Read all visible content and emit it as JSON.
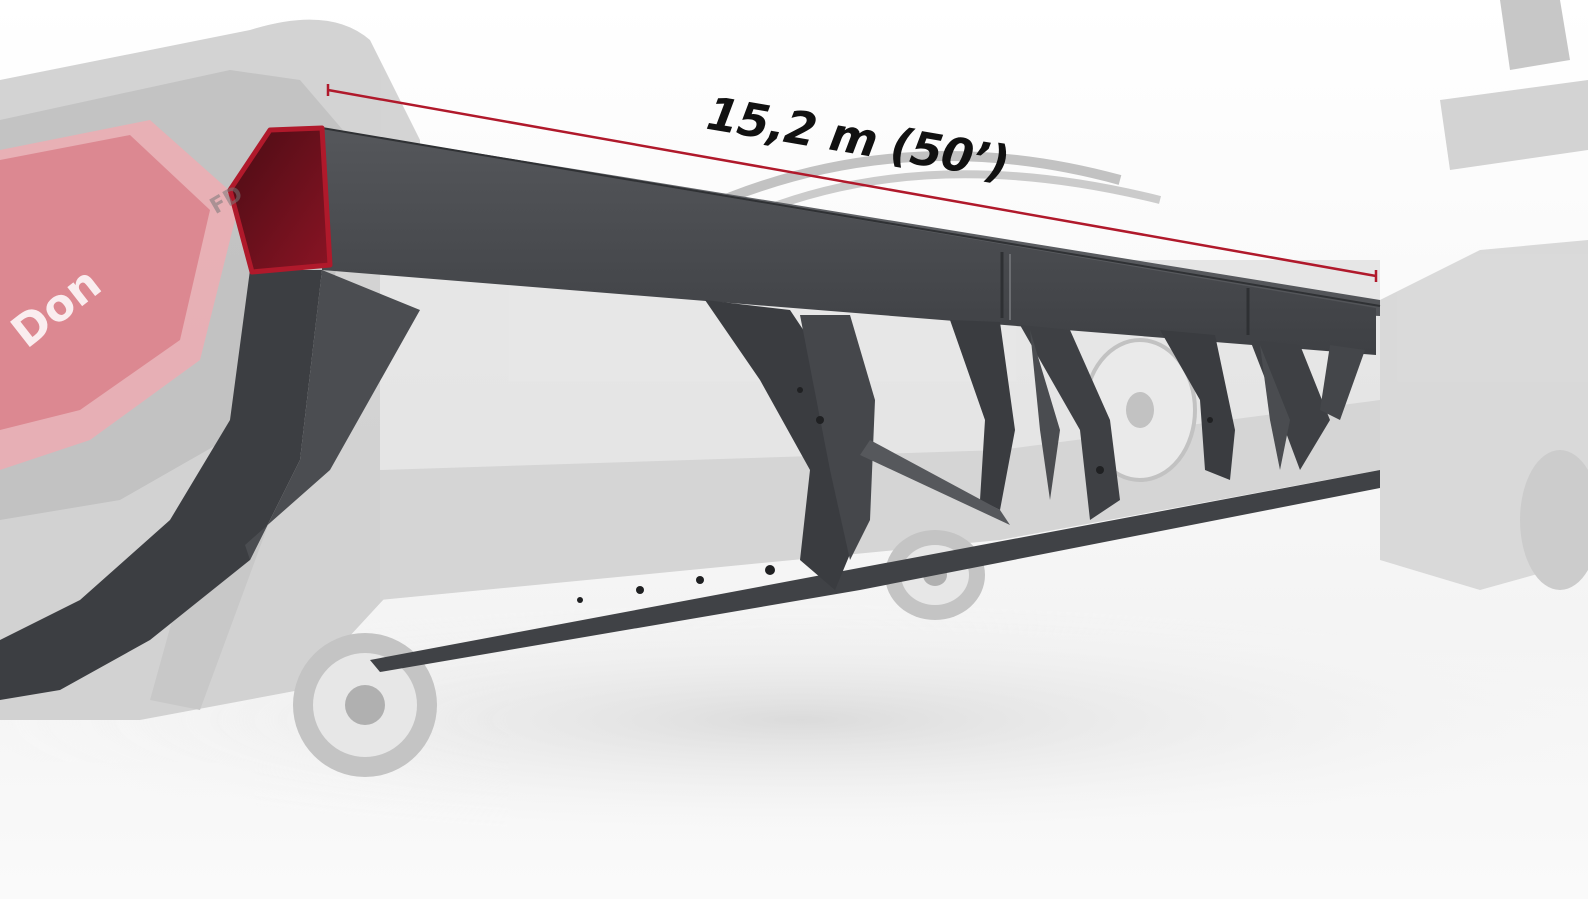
{
  "photo": {
    "dimension_label": "15,2 m (50’)",
    "brand_partial": "Don",
    "model_partial": "FD",
    "colors": {
      "accent_red": "#b0192b",
      "frame_dark": "#46484c",
      "frame_top": "#5a5c60",
      "ghost_grey": "#c9c9c9",
      "background": "#ffffff"
    }
  }
}
